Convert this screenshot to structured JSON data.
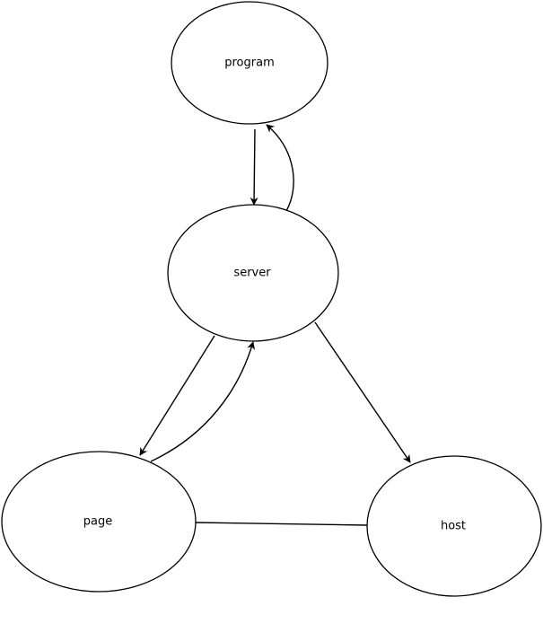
{
  "diagram": {
    "nodes": {
      "program": {
        "label": "program"
      },
      "server": {
        "label": "server"
      },
      "page": {
        "label": "page"
      },
      "host": {
        "label": "host"
      }
    },
    "edges": [
      {
        "from": "program",
        "to": "server",
        "directed": true
      },
      {
        "from": "server",
        "to": "program",
        "directed": true
      },
      {
        "from": "server",
        "to": "page",
        "directed": true
      },
      {
        "from": "page",
        "to": "server",
        "directed": true
      },
      {
        "from": "server",
        "to": "host",
        "directed": true
      },
      {
        "from": "page",
        "to": "host",
        "directed": false
      }
    ]
  }
}
